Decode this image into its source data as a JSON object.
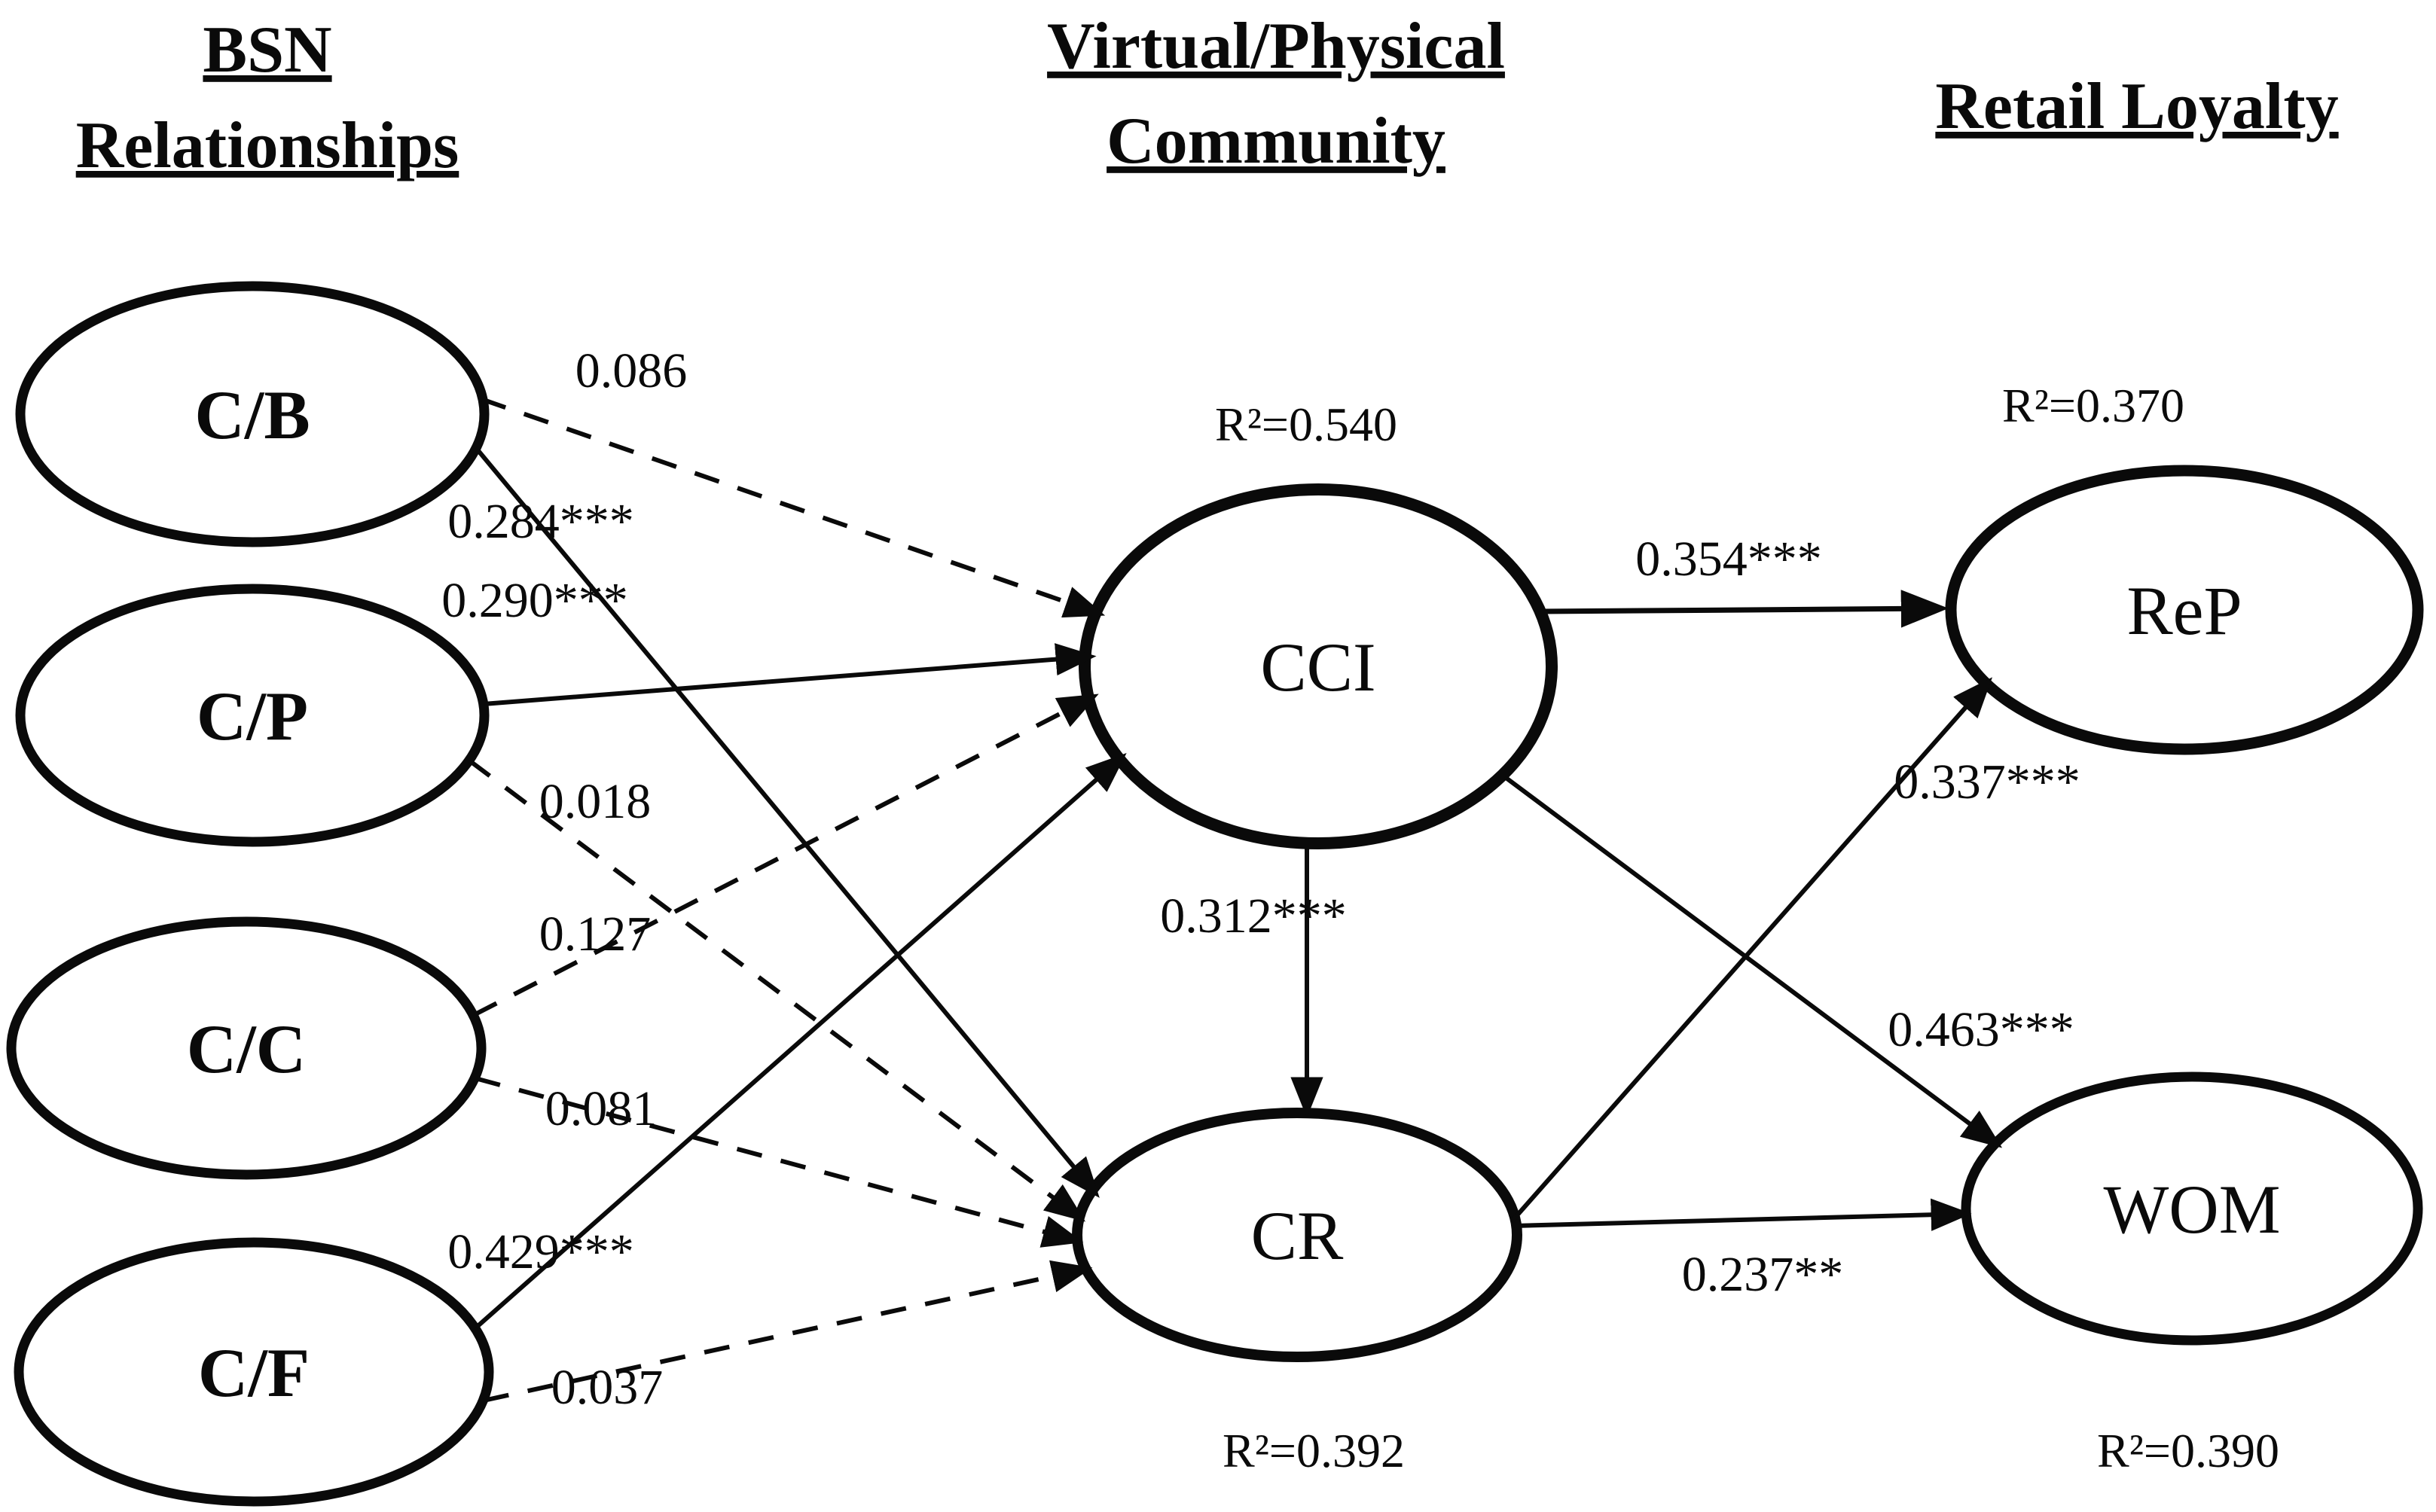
{
  "figure": {
    "headers": [
      {
        "id": "bsn",
        "lines": [
          "BSN",
          "Relationships"
        ]
      },
      {
        "id": "vpc",
        "lines": [
          "Virtual/Physical",
          "Community"
        ]
      },
      {
        "id": "loyalty",
        "lines": [
          "Retail Loyalty"
        ]
      }
    ],
    "nodes": [
      {
        "id": "cb",
        "label": "C/B"
      },
      {
        "id": "cp",
        "label": "C/P"
      },
      {
        "id": "cc",
        "label": "C/C"
      },
      {
        "id": "cf",
        "label": "C/F"
      },
      {
        "id": "cci",
        "label": "CCI",
        "r2_label": "R²=0.540"
      },
      {
        "id": "cr",
        "label": "CR",
        "r2_label": "R²=0.392"
      },
      {
        "id": "rep",
        "label": "ReP",
        "r2_label": "R²=0.370"
      },
      {
        "id": "wom",
        "label": "WOM",
        "r2_label": "R²=0.390"
      }
    ],
    "edges": [
      {
        "from": "cb",
        "to": "cci",
        "label": "0.086",
        "style": "dashed"
      },
      {
        "from": "cb",
        "to": "cr",
        "label": "0.284***",
        "style": "solid"
      },
      {
        "from": "cp",
        "to": "cci",
        "label": "0.290***",
        "style": "solid"
      },
      {
        "from": "cp",
        "to": "cr",
        "label": "0.018",
        "style": "dashed"
      },
      {
        "from": "cc",
        "to": "cci",
        "label": "0.127",
        "style": "dashed"
      },
      {
        "from": "cc",
        "to": "cr",
        "label": "0.081",
        "style": "dashed"
      },
      {
        "from": "cf",
        "to": "cci",
        "label": "0.429***",
        "style": "solid"
      },
      {
        "from": "cf",
        "to": "cr",
        "label": "0.037",
        "style": "dashed"
      },
      {
        "from": "cci",
        "to": "cr",
        "label": "0.312***",
        "style": "solid"
      },
      {
        "from": "cci",
        "to": "rep",
        "label": "0.354***",
        "style": "solid"
      },
      {
        "from": "cci",
        "to": "wom",
        "label": "0.463***",
        "style": "solid"
      },
      {
        "from": "cr",
        "to": "rep",
        "label": "0.337***",
        "style": "solid"
      },
      {
        "from": "cr",
        "to": "wom",
        "label": "0.237**",
        "style": "solid"
      }
    ]
  }
}
